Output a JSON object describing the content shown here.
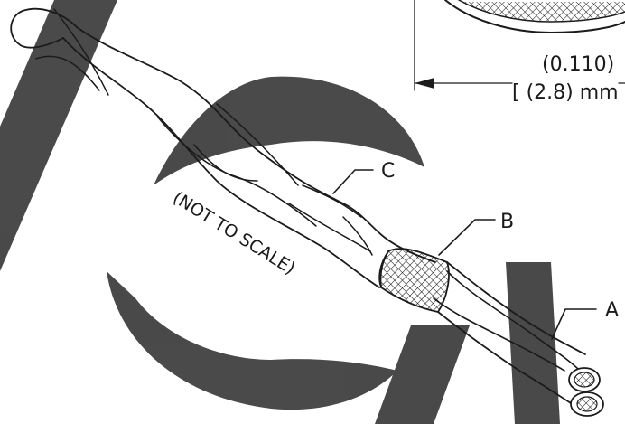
{
  "drawing": {
    "dimension_imperial": "(0.110)",
    "dimension_metric": "[ (2.8) mm",
    "scale_note": "(NOT TO SCALE)",
    "callout_a": "A",
    "callout_b": "B",
    "callout_c": "C"
  }
}
